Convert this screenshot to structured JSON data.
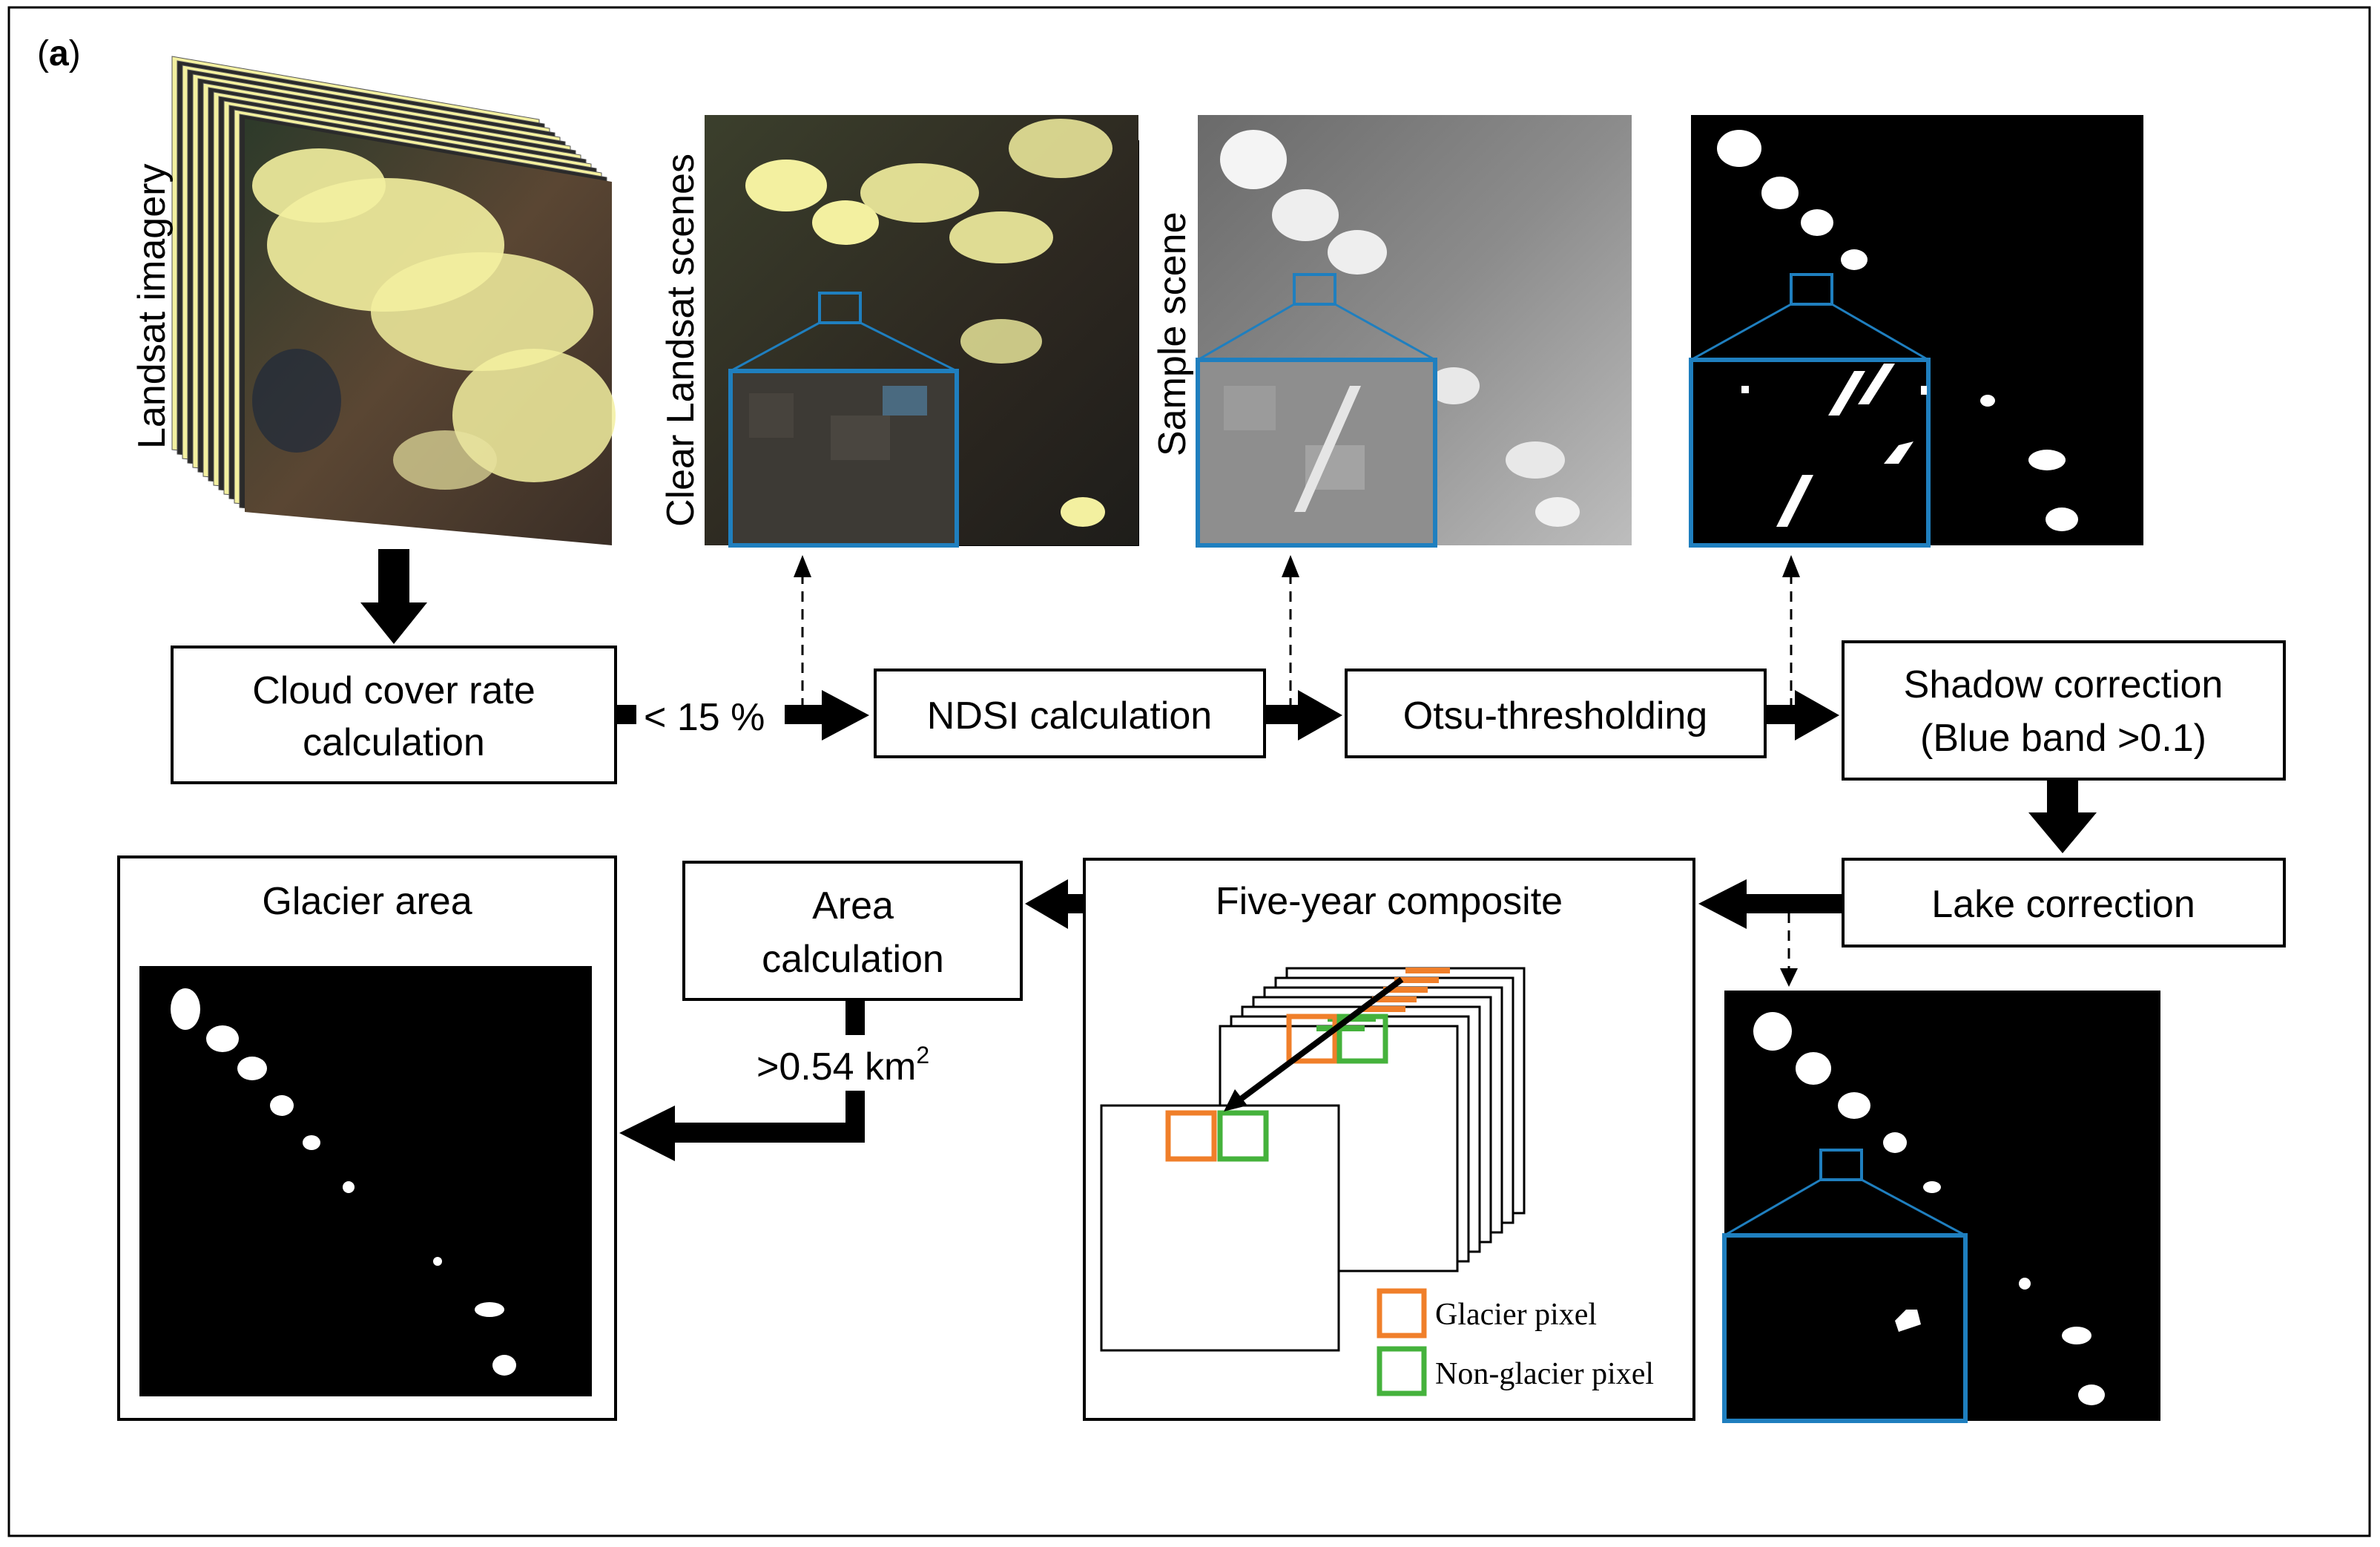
{
  "panel_label": "a",
  "image_labels": {
    "landsat_imagery": "Landsat imagery",
    "clear_scenes": "Clear Landsat scenes",
    "sample_scene": "Sample scene"
  },
  "steps": {
    "cloud_cover": [
      "Cloud cover rate",
      "calculation"
    ],
    "ndsi": "NDSI calculation",
    "otsu": "Otsu-thresholding",
    "shadow": [
      "Shadow correction",
      "(Blue band >0.1)"
    ],
    "lake": "Lake correction",
    "composite": "Five-year composite",
    "area_calc": [
      "Area",
      "calculation"
    ],
    "glacier_area": "Glacier area"
  },
  "conditions": {
    "cloud_threshold": "< 15 %",
    "area_threshold_value": ">0.54 km",
    "area_threshold_sup": "2"
  },
  "legend": {
    "glacier": "Glacier pixel",
    "non_glacier": "Non-glacier pixel"
  },
  "colors": {
    "glacier": "#f07f2a",
    "non_glacier": "#45b23c",
    "inset_border": "#1f7fbf",
    "cloud": "#f3f0a0"
  }
}
